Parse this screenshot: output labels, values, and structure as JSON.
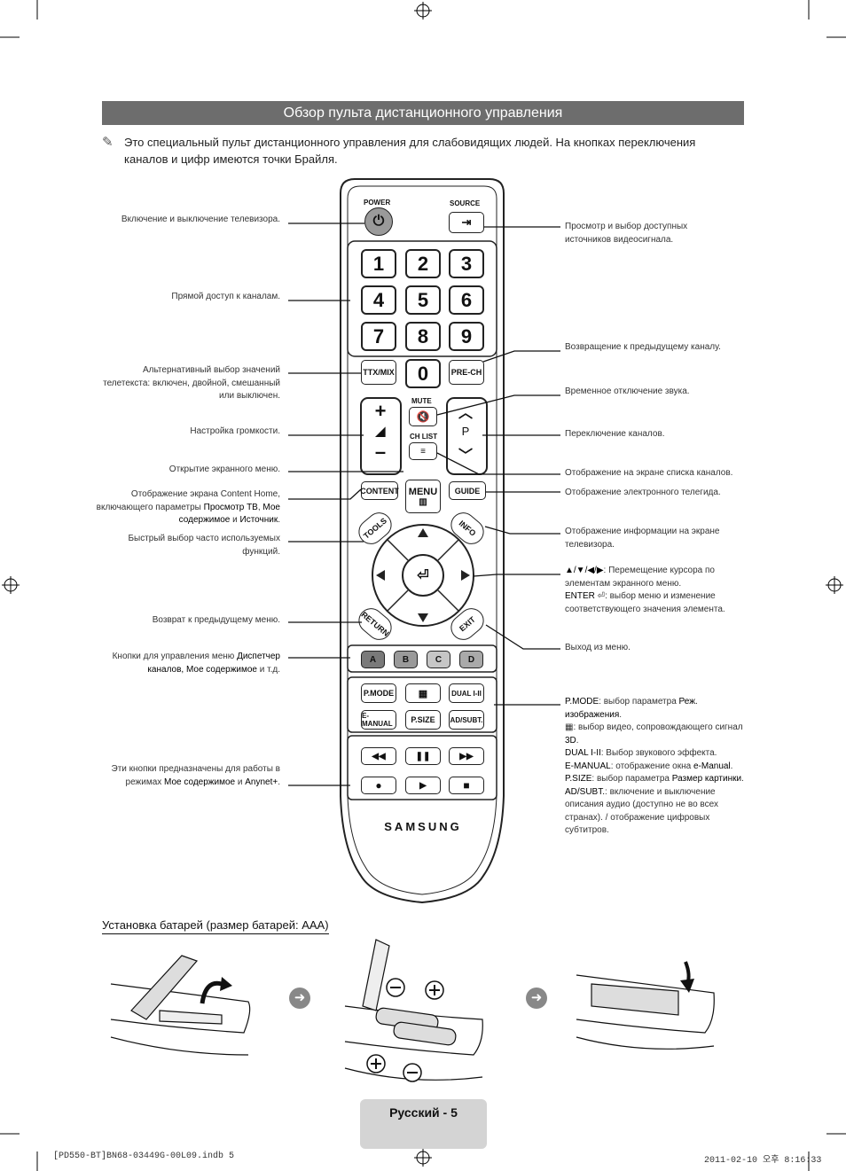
{
  "header": {
    "title": "Обзор пульта дистанционного управления"
  },
  "note": {
    "text": "Это специальный пульт дистанционного управления для слабовидящих людей. На кнопках переключения каналов и цифр имеются точки Брайля."
  },
  "remote": {
    "power": "POWER",
    "source": "SOURCE",
    "digits": [
      "1",
      "2",
      "3",
      "4",
      "5",
      "6",
      "7",
      "8",
      "9"
    ],
    "zero": "0",
    "ttx": "TTX/MIX",
    "prech": "PRE-CH",
    "mute": "MUTE",
    "chlist": "CH LIST",
    "p": "P",
    "content": "CONTENT",
    "menu": "MENU",
    "guide": "GUIDE",
    "tools": "TOOLS",
    "info": "INFO",
    "return": "RETURN",
    "exit": "EXIT",
    "colors": [
      "A",
      "B",
      "C",
      "D"
    ],
    "pmode": "P.MODE",
    "dual": "DUAL I-II",
    "emanual": "E-MANUAL",
    "psize": "P.SIZE",
    "adsubt": "AD/SUBT.",
    "brand": "SAMSUNG"
  },
  "labels_left": {
    "power": "Включение и выключение телевизора.",
    "digits": "Прямой доступ к каналам.",
    "ttx": "Альтернативный выбор значений телетекста: включен, двойной, смешанный или выключен.",
    "volume": "Настройка громкости.",
    "menu": "Открытие экранного меню.",
    "content_a": "Отображение экрана Content Home, включающего параметры ",
    "content_b": "Просмотр ТВ",
    "content_c": ", ",
    "content_d": "Мое содержимое",
    "content_e": " и ",
    "content_f": "Источник",
    "content_g": ".",
    "tools": "Быстрый выбор часто используемых функций.",
    "return": "Возврат к предыдущему меню.",
    "colors_a": "Кнопки для управления меню ",
    "colors_b": "Диспетчер каналов, Мое содержимое",
    "colors_c": " и т.д.",
    "media_a": "Эти кнопки предназначены для работы в режимах ",
    "media_b": "Мое содержимое",
    "media_c": " и ",
    "media_d": "Anynet+",
    "media_e": "."
  },
  "labels_right": {
    "source": "Просмотр и выбор доступных источников видеосигнала.",
    "prech": "Возвращение к предыдущему каналу.",
    "mute": "Временное отключение звука.",
    "channel": "Переключение каналов.",
    "chlist": "Отображение на экране списка каналов.",
    "guide": "Отображение электронного телегида.",
    "info": "Отображение информации на экране телевизора.",
    "arrows_a": "▲/▼/◀/▶",
    "arrows_b": ": Перемещение курсора по элементам экранного меню.",
    "enter_a": "ENTER ",
    "enter_b": ": выбор меню и изменение соответствующего значения элемента.",
    "exit": "Выход из меню.",
    "pmode_a": "P.MODE",
    "pmode_b": ": выбор параметра ",
    "pmode_c": "Реж. изображения",
    "pmode_d": ".",
    "video3d_a": ": выбор видео, сопровождающего сигнал ",
    "video3d_b": "3D",
    "video3d_c": ".",
    "dual_a": "DUAL I-II",
    "dual_b": ": Выбор звукового эффекта.",
    "emanual_a": "E-MANUAL",
    "emanual_b": ": отображение окна ",
    "emanual_c": "e-Manual",
    "emanual_d": ".",
    "psize_a": "P.SIZE",
    "psize_b": ": выбор параметра ",
    "psize_c": "Размер картинки",
    "psize_d": ".",
    "adsubt_a": "AD/SUBT.",
    "adsubt_b": ": включение и выключение описания аудио (доступно не во всех странах). / отображение цифровых субтитров."
  },
  "battery": {
    "title": "Установка батарей (размер батарей: AAA)"
  },
  "footer": {
    "page": "Русский - 5",
    "file": "[PD550-BT]BN68-03449G-00L09.indb   5",
    "date": "2011-02-10   오후 8:16:33"
  }
}
